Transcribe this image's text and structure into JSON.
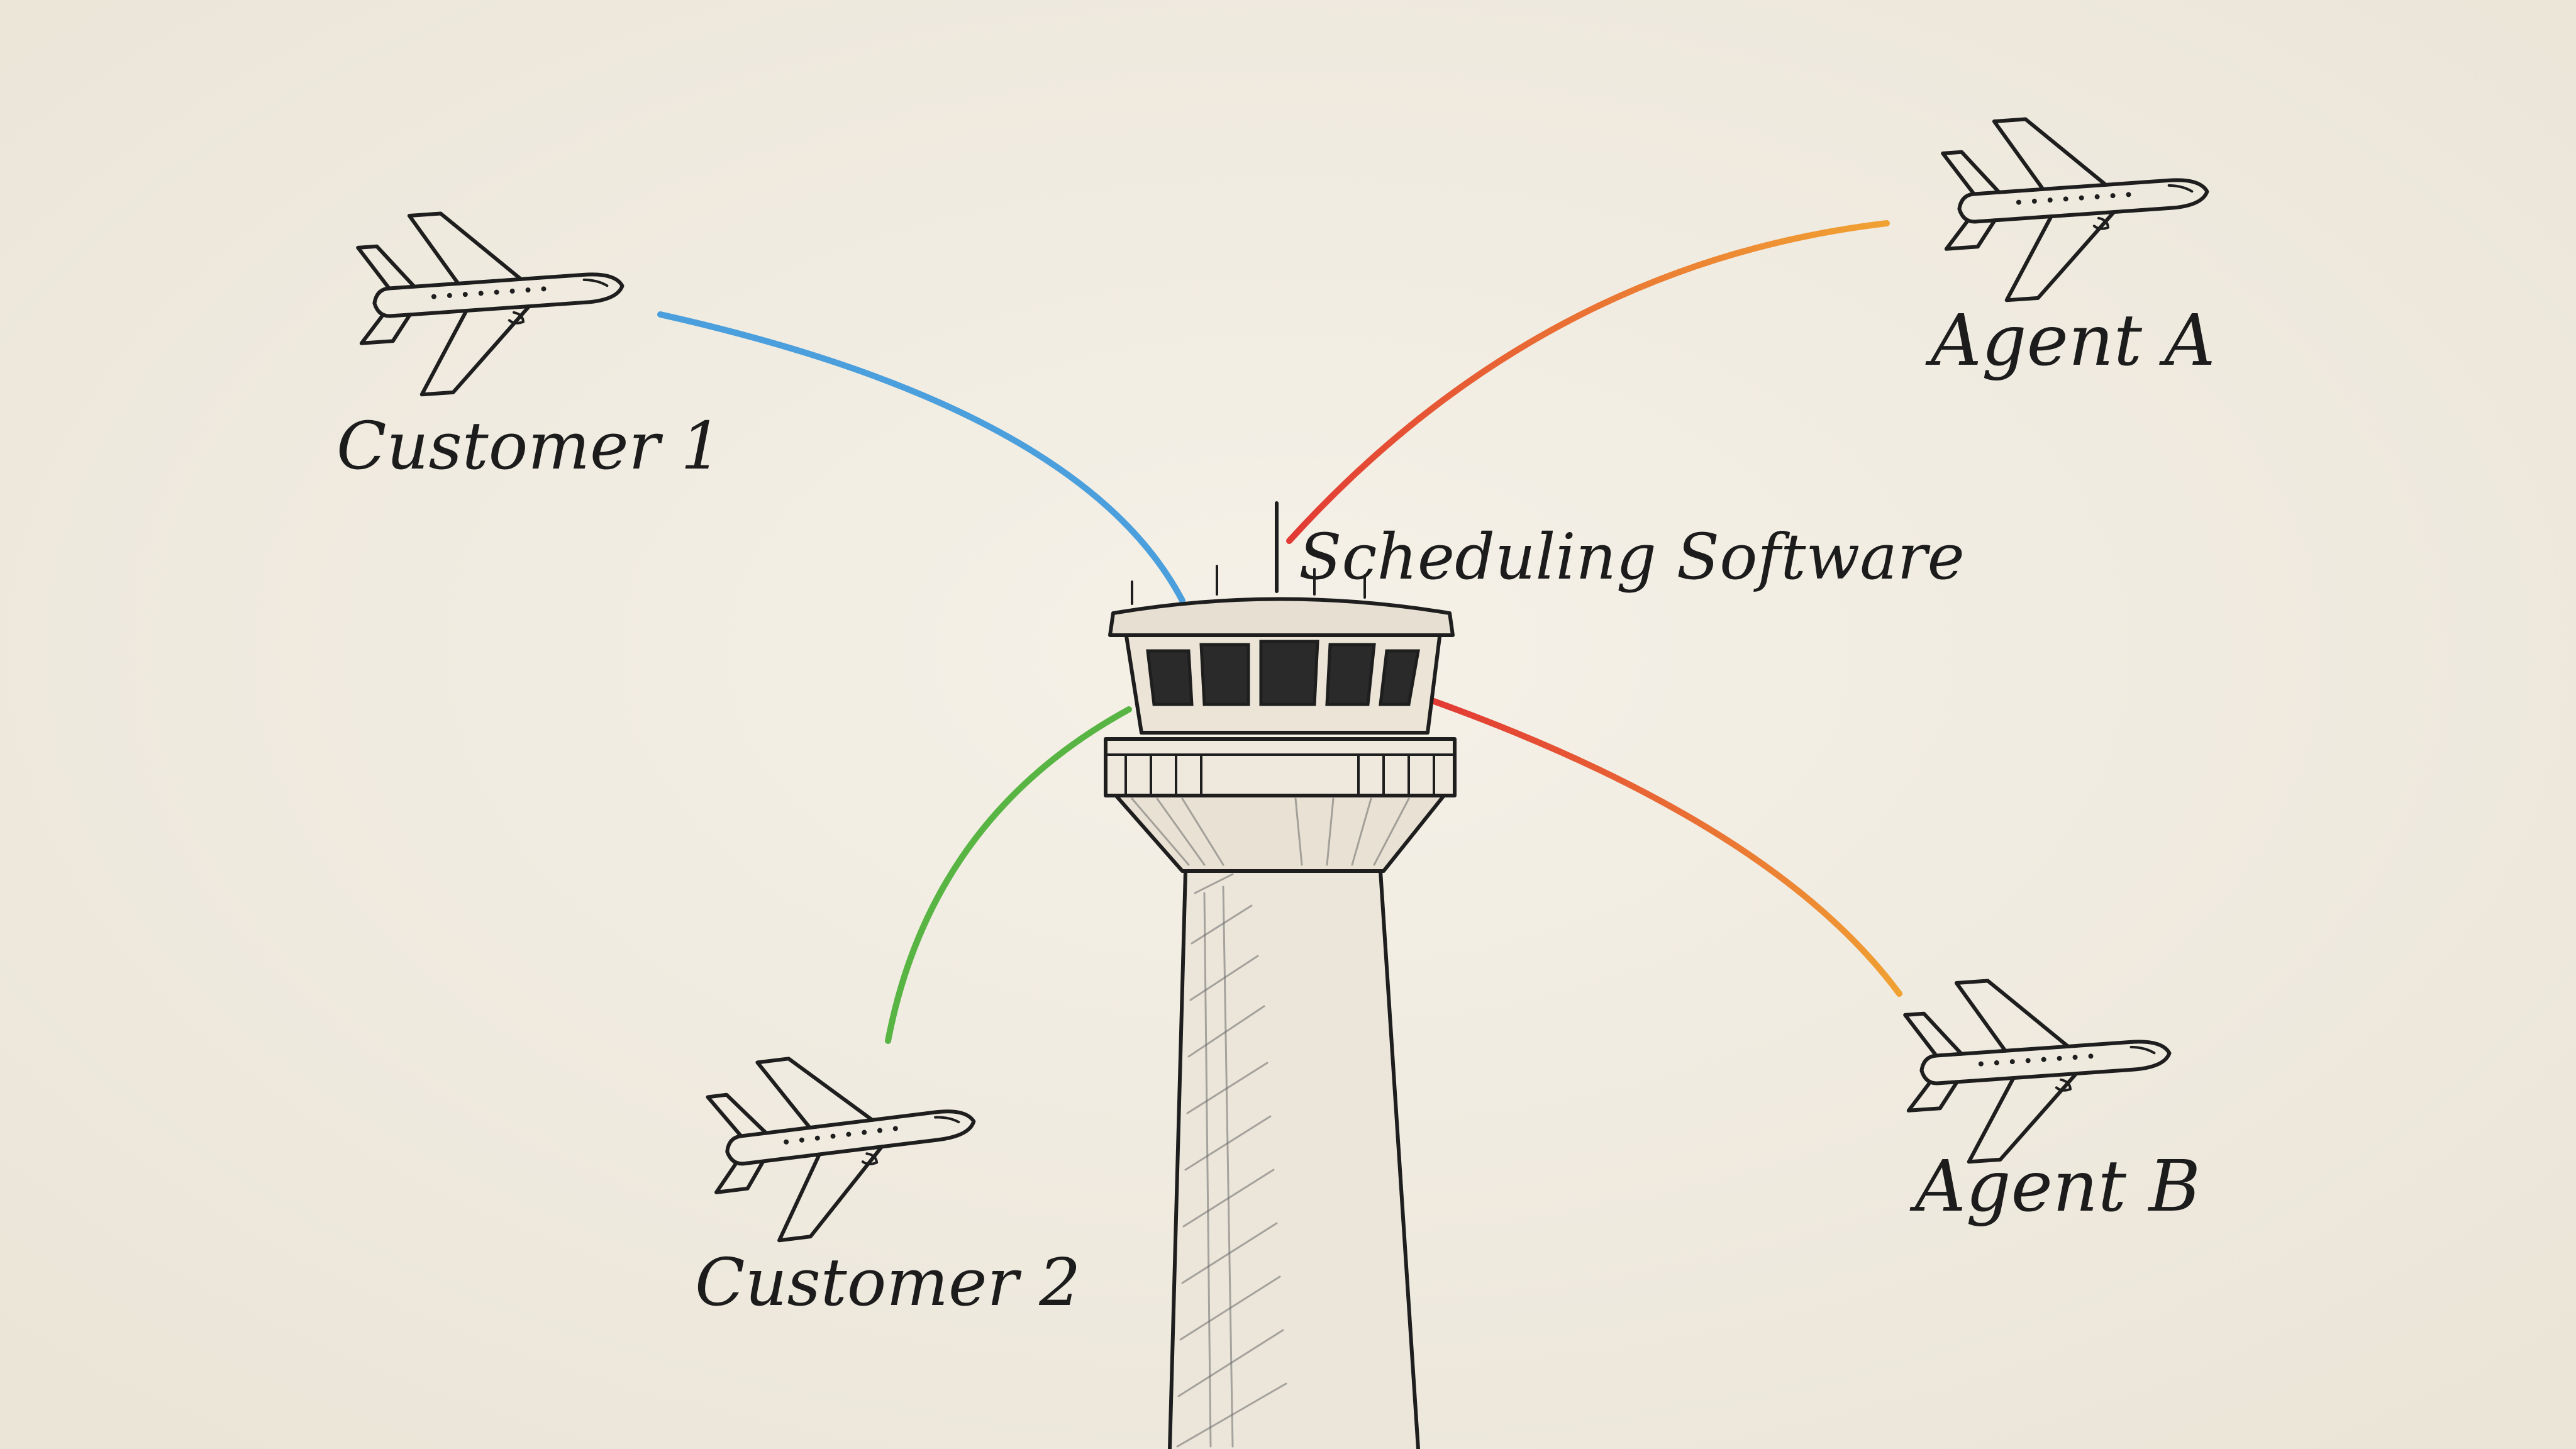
{
  "diagram": {
    "center_label": "Scheduling Software",
    "nodes": [
      {
        "id": "customer-1",
        "label": "Customer 1",
        "icon": "airplane-icon"
      },
      {
        "id": "customer-2",
        "label": "Customer 2",
        "icon": "airplane-icon"
      },
      {
        "id": "agent-a",
        "label": "Agent A",
        "icon": "airplane-icon"
      },
      {
        "id": "agent-b",
        "label": "Agent B",
        "icon": "airplane-icon"
      }
    ],
    "hub_icon": "control-tower-icon",
    "connector_colors": {
      "customer-1": "#4a9fdc",
      "customer-2": "#58b543",
      "agent-a": [
        "#e23a34",
        "#f0a233"
      ],
      "agent-b": [
        "#e23a34",
        "#f0a233"
      ]
    },
    "background": "#f2ede3"
  }
}
